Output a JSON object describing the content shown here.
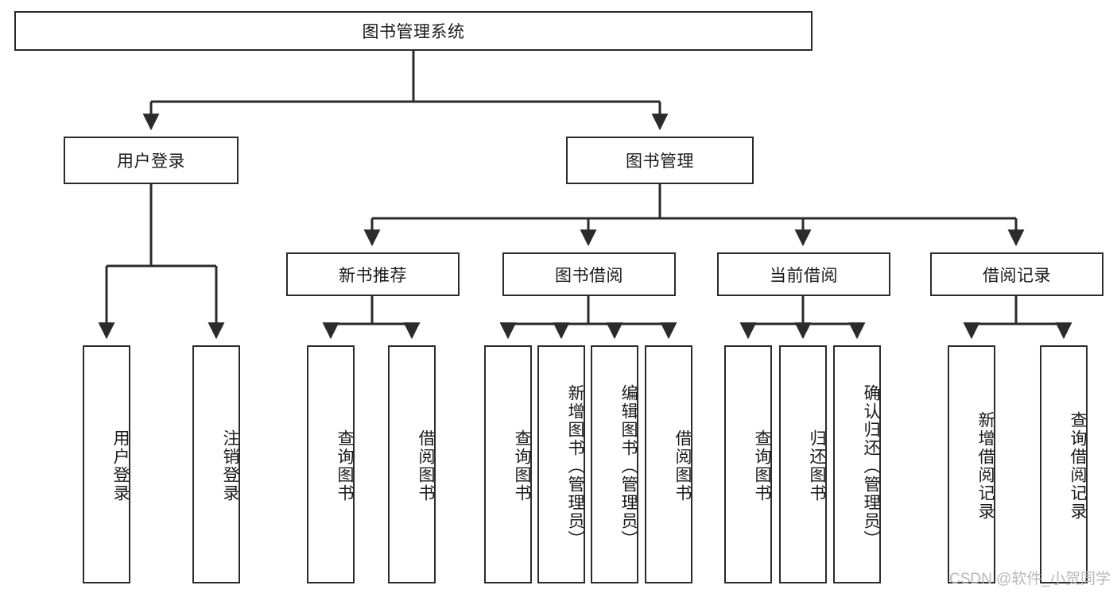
{
  "diagram": {
    "title": "图书管理系统",
    "watermark": "CSDN @软件_小贺同学",
    "colors": {
      "stroke": "#2b2b2b",
      "fill": "#ffffff",
      "text": "#1a1a1a",
      "watermark": "#b9b9b9"
    },
    "root": {
      "label": "图书管理系统"
    },
    "level2": [
      {
        "label": "用户登录"
      },
      {
        "label": "图书管理"
      }
    ],
    "level3": [
      {
        "label": "新书推荐"
      },
      {
        "label": "图书借阅"
      },
      {
        "label": "当前借阅"
      },
      {
        "label": "借阅记录"
      }
    ],
    "leaves": [
      {
        "label": "用户登录"
      },
      {
        "label": "注销登录"
      },
      {
        "label": "查询图书"
      },
      {
        "label": "借阅图书"
      },
      {
        "label": "查询图书"
      },
      {
        "label": "新增图书（管理员）"
      },
      {
        "label": "编辑图书（管理员）"
      },
      {
        "label": "借阅图书"
      },
      {
        "label": "查询图书"
      },
      {
        "label": "归还图书"
      },
      {
        "label": "确认归还（管理员）"
      },
      {
        "label": "新增借阅记录"
      },
      {
        "label": "查询借阅记录"
      }
    ]
  }
}
